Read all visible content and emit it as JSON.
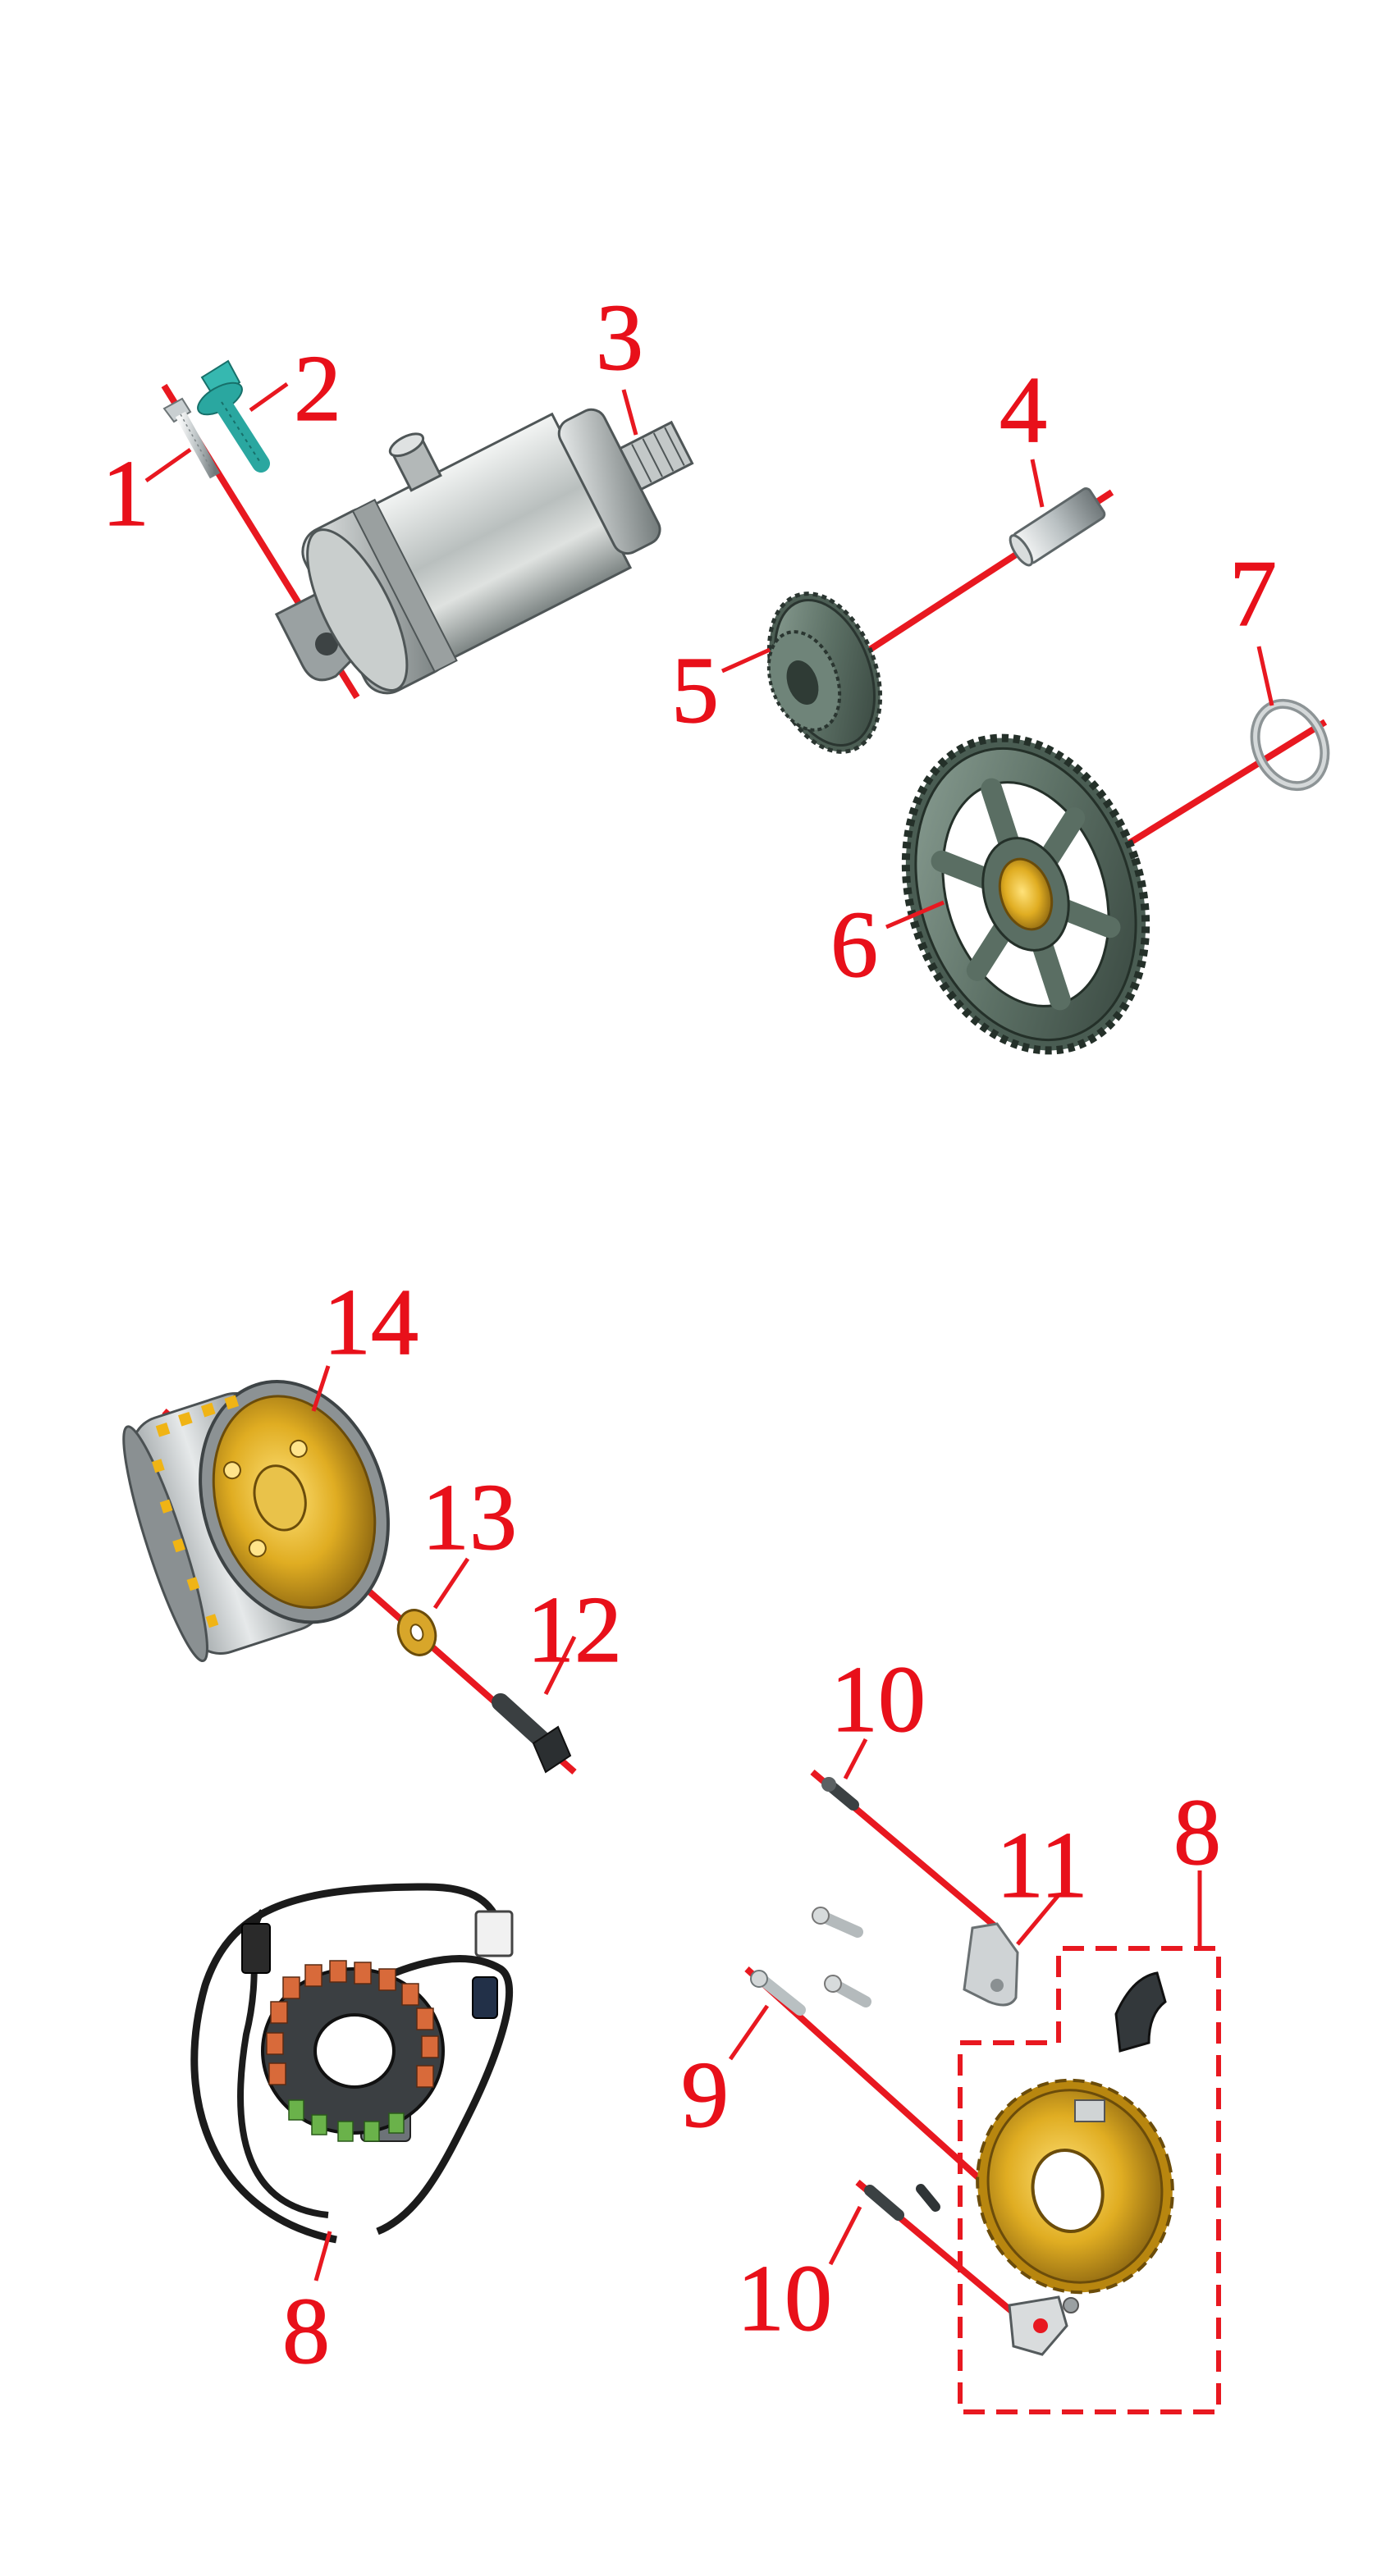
{
  "diagram": {
    "labels": {
      "l1": "1",
      "l2": "2",
      "l3": "3",
      "l4": "4",
      "l5": "5",
      "l6": "6",
      "l7": "7",
      "l8_harness": "8",
      "l8_box": "8",
      "l9": "9",
      "l10_top": "10",
      "l10_bottom": "10",
      "l11": "11",
      "l12": "12",
      "l13": "13",
      "l14": "14"
    },
    "colors": {
      "callout_red": "#e8101a",
      "steel": "#c8cfd3",
      "gear_green": "#586c61",
      "gold": "#d6a41c",
      "bolt_teal": "#2aa7a0",
      "wire_black": "#1b1b1b"
    }
  }
}
